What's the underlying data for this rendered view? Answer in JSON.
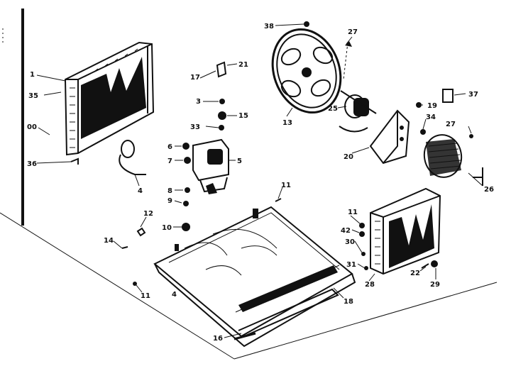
{
  "callouts": [
    {
      "id": "c1",
      "text": "1"
    },
    {
      "id": "c35",
      "text": "35"
    },
    {
      "id": "c00",
      "text": "00"
    },
    {
      "id": "c36",
      "text": "36"
    },
    {
      "id": "c4",
      "text": "4"
    },
    {
      "id": "c17",
      "text": "17"
    },
    {
      "id": "c21",
      "text": "21"
    },
    {
      "id": "c3",
      "text": "3"
    },
    {
      "id": "c15",
      "text": "15"
    },
    {
      "id": "c33",
      "text": "33"
    },
    {
      "id": "c6",
      "text": "6"
    },
    {
      "id": "c7",
      "text": "7"
    },
    {
      "id": "c5",
      "text": "5"
    },
    {
      "id": "c8",
      "text": "8"
    },
    {
      "id": "c9",
      "text": "9"
    },
    {
      "id": "c10",
      "text": "10"
    },
    {
      "id": "c12",
      "text": "12"
    },
    {
      "id": "c14",
      "text": "14"
    },
    {
      "id": "c11a",
      "text": "11"
    },
    {
      "id": "c11b",
      "text": "11"
    },
    {
      "id": "c11c",
      "text": "11"
    },
    {
      "id": "c38",
      "text": "38"
    },
    {
      "id": "c27a",
      "text": "27"
    },
    {
      "id": "c13",
      "text": "13"
    },
    {
      "id": "c25",
      "text": "25"
    },
    {
      "id": "c19",
      "text": "19"
    },
    {
      "id": "c34",
      "text": "34"
    },
    {
      "id": "c37",
      "text": "37"
    },
    {
      "id": "c27b",
      "text": "27"
    },
    {
      "id": "c20",
      "text": "20"
    },
    {
      "id": "c26",
      "text": "26"
    },
    {
      "id": "c42",
      "text": "42"
    },
    {
      "id": "c30",
      "text": "30"
    },
    {
      "id": "c31",
      "text": "31"
    },
    {
      "id": "c28",
      "text": "28"
    },
    {
      "id": "c22",
      "text": "22"
    },
    {
      "id": "c29",
      "text": "29"
    },
    {
      "id": "c18",
      "text": "18"
    },
    {
      "id": "c16",
      "text": "16"
    },
    {
      "id": "c4b",
      "text": "4"
    }
  ]
}
